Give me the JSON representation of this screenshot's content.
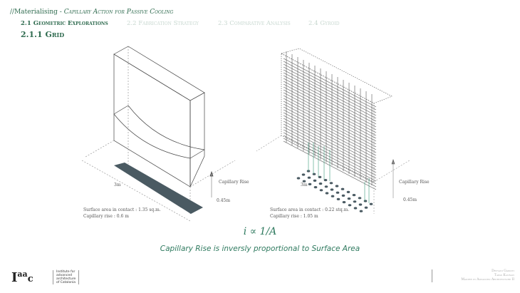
{
  "header": {
    "crumb_prefix": "//Materialising - ",
    "crumb_title": "Capillary Action for Passive Cooling",
    "tabs": [
      {
        "label": "2.1 Geometric Explorations",
        "active": true
      },
      {
        "label": "2.2 Fabrication Strategy"
      },
      {
        "label": "2.3 Comparative Analysis"
      },
      {
        "label": "2.4 Gyroid"
      }
    ],
    "subtitle": "2.1.1 Grid"
  },
  "left": {
    "length": "3m",
    "capillary_label": "Capillary Rise",
    "height": "0.45m",
    "surface": "Surface area in contact : 1.35 sq.m.",
    "rise": "Capillary rise : 0.6 m"
  },
  "right": {
    "length": "3m",
    "capillary_label": "Capillary Rise",
    "height": "0.45m",
    "surface": "Surface area in contact : 0.22 stq.m.",
    "rise": "Capillary rise : 1.05 m"
  },
  "formula": "i ∝ 1/A",
  "caption": "Capillary Rise is inversly proportional to Surface Area",
  "footer": {
    "logo": "Iaac",
    "institute": [
      "Institute for",
      "advanced",
      "architecture",
      "of Catalonia"
    ],
    "credits": [
      "Devyani Gaikoti",
      "Tapas Kannan",
      "Master in Advanced Architecture II"
    ]
  }
}
